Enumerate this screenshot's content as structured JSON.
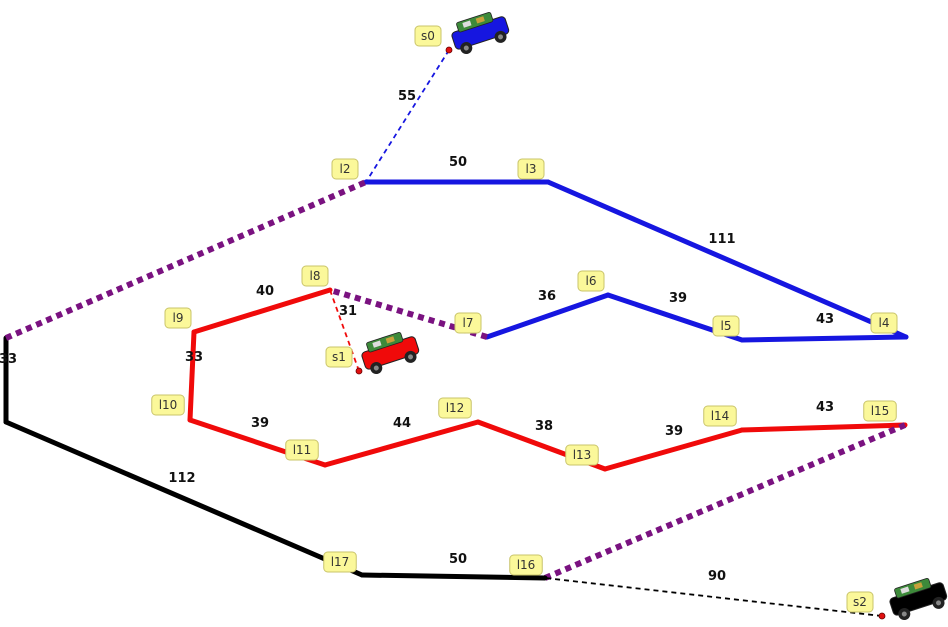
{
  "colors": {
    "blue": "#1616e0",
    "red": "#f00a0a",
    "black": "#000000",
    "purple": "#7a1280",
    "label_fill": "#fbf89a"
  },
  "robots": [
    {
      "id": "s0",
      "label": "s0",
      "color": "blue",
      "icon": "robot-car-icon"
    },
    {
      "id": "s1",
      "label": "s1",
      "color": "red",
      "icon": "robot-car-icon"
    },
    {
      "id": "s2",
      "label": "s2",
      "color": "black",
      "icon": "robot-car-icon"
    }
  ],
  "nodes": [
    {
      "id": "l2",
      "label": "l2"
    },
    {
      "id": "l3",
      "label": "l3"
    },
    {
      "id": "l4",
      "label": "l4"
    },
    {
      "id": "l5",
      "label": "l5"
    },
    {
      "id": "l6",
      "label": "l6"
    },
    {
      "id": "l7",
      "label": "l7"
    },
    {
      "id": "l8",
      "label": "l8"
    },
    {
      "id": "l9",
      "label": "l9"
    },
    {
      "id": "l10",
      "label": "l10"
    },
    {
      "id": "l11",
      "label": "l11"
    },
    {
      "id": "l12",
      "label": "l12"
    },
    {
      "id": "l13",
      "label": "l13"
    },
    {
      "id": "l14",
      "label": "l14"
    },
    {
      "id": "l15",
      "label": "l15"
    },
    {
      "id": "l16",
      "label": "l16"
    },
    {
      "id": "l17",
      "label": "l17"
    }
  ],
  "edges": [
    {
      "from": "s0",
      "to": "l2",
      "weight": "55",
      "color": "blue",
      "style": "thin-dashed"
    },
    {
      "from": "l2",
      "to": "l3",
      "weight": "50",
      "color": "blue",
      "style": "solid"
    },
    {
      "from": "l3",
      "to": "l4",
      "weight": "111",
      "color": "blue",
      "style": "solid"
    },
    {
      "from": "l4",
      "to": "l5",
      "weight": "43",
      "color": "blue",
      "style": "solid"
    },
    {
      "from": "l5",
      "to": "l6",
      "weight": "39",
      "color": "blue",
      "style": "solid"
    },
    {
      "from": "l6",
      "to": "l7",
      "weight": "36",
      "color": "blue",
      "style": "solid"
    },
    {
      "from": "l7",
      "to": "l8",
      "weight": "",
      "color": "purple",
      "style": "dotted"
    },
    {
      "from": "s1",
      "to": "l8",
      "weight": "31",
      "color": "red",
      "style": "thin-dashed"
    },
    {
      "from": "l8",
      "to": "l9",
      "weight": "40",
      "color": "red",
      "style": "solid"
    },
    {
      "from": "l9",
      "to": "l10",
      "weight": "33",
      "color": "red",
      "style": "solid"
    },
    {
      "from": "l10",
      "to": "l11",
      "weight": "39",
      "color": "red",
      "style": "solid"
    },
    {
      "from": "l11",
      "to": "l12",
      "weight": "44",
      "color": "red",
      "style": "solid"
    },
    {
      "from": "l12",
      "to": "l13",
      "weight": "38",
      "color": "red",
      "style": "solid"
    },
    {
      "from": "l13",
      "to": "l14",
      "weight": "39",
      "color": "red",
      "style": "solid"
    },
    {
      "from": "l14",
      "to": "l15",
      "weight": "43",
      "color": "red",
      "style": "solid"
    },
    {
      "from": "l15",
      "to": "l16",
      "weight": "",
      "color": "purple",
      "style": "dotted"
    },
    {
      "from": "s2",
      "to": "l16",
      "weight": "90",
      "color": "black",
      "style": "thin-dashed"
    },
    {
      "from": "l16",
      "to": "l17",
      "weight": "50",
      "color": "black",
      "style": "solid"
    },
    {
      "from": "l17",
      "to": "l0",
      "weight": "112",
      "color": "black",
      "style": "solid"
    },
    {
      "from": "l0",
      "to": "l1",
      "weight": "33",
      "color": "black",
      "style": "solid"
    },
    {
      "from": "l1",
      "to": "l2",
      "weight": "",
      "color": "purple",
      "style": "dotted"
    }
  ]
}
